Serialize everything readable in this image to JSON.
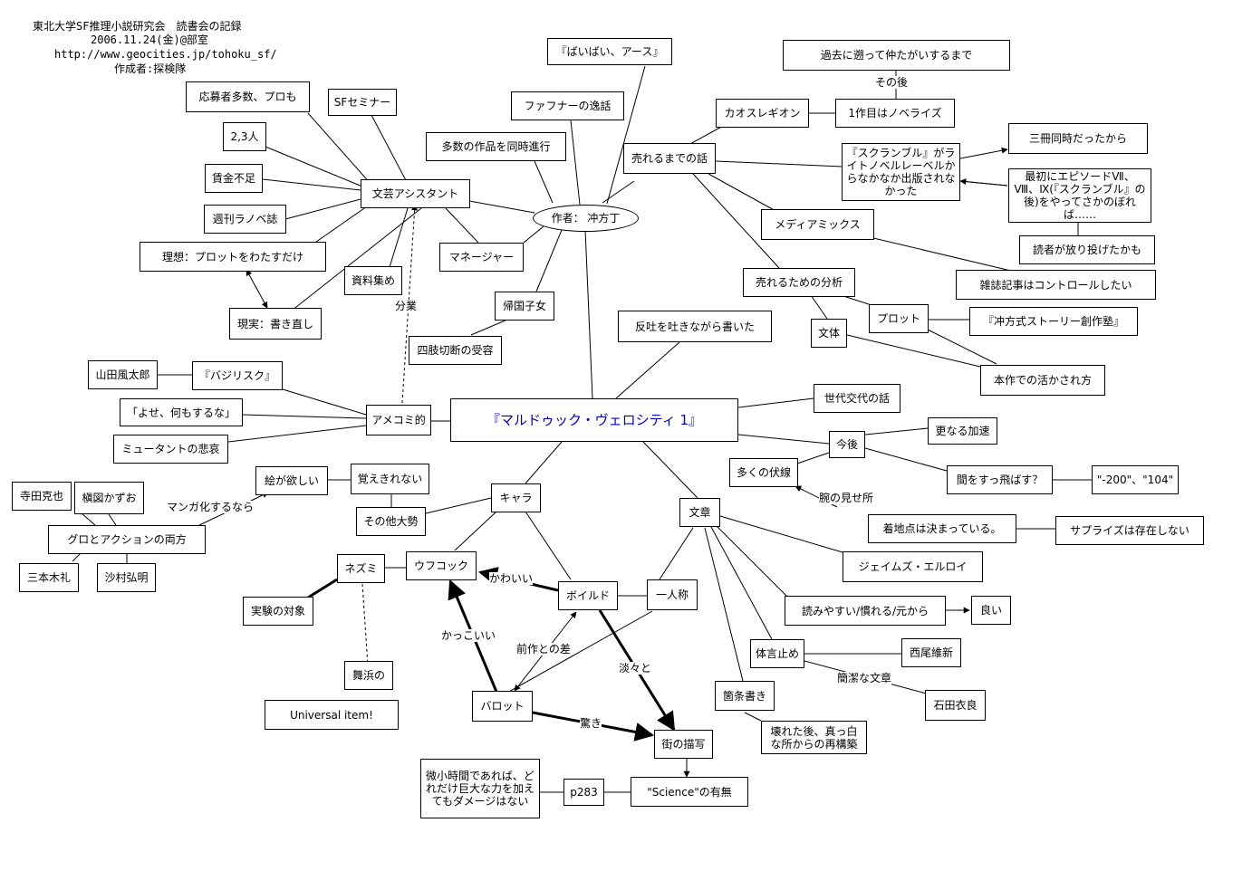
{
  "header": {
    "line1": "東北大学SF推理小説研究会　読書会の記録",
    "line2": "2006.11.24(金)@部室",
    "line3": "http://www.geocities.jp/tohoku_sf/",
    "line4": "作成者:探検隊"
  },
  "nodes": {
    "main": "『マルドゥック・ヴェロシティ 1』",
    "author": "作者： 冲方丁",
    "baibai": "『ばいばい、アース』",
    "fafner": "ファフナーの逸話",
    "tasaku": "多数の作品を同時進行",
    "sf_seminar": "SFセミナー",
    "oubo": "応募者多数、プロも",
    "futari": "2,3人",
    "chingin": "賃金不足",
    "shukan": "週刊ラノベ誌",
    "risou": "理想：プロットをわたすだけ",
    "genjitsu": "現実：書き直し",
    "shiryou": "資料集め",
    "bungei": "文芸アシスタント",
    "manager": "マネージャー",
    "kikoku": "帰国子女",
    "shishi": "四肢切断の受容",
    "hando": "反吐を吐きながら書いた",
    "ureru_made": "売れるまでの話",
    "chaos": "カオスレギオン",
    "first": "1作目はノベライズ",
    "kako": "過去に遡って仲たがいするまで",
    "scramble": "『スクランブル』がライトノベルレーベルからなかなか出版されなかった",
    "sansatsu": "三冊同時だったから",
    "episode": "最初にエピソードⅦ、Ⅷ、Ⅸ(『スクランブル』の後)をやってさかのぼれば……",
    "dokusha": "読者が放り投げたかも",
    "media": "メディアミックス",
    "zasshi": "雑誌記事はコントロールしたい",
    "bunseki": "売れるための分析",
    "buntai": "文体",
    "plot": "プロット",
    "juku": "『冲方式ストーリー創作塾』",
    "honsaku": "本作での活かされ方",
    "sedai": "世代交代の話",
    "kongo": "今後",
    "sarani": "更なる加速",
    "fukusen": "多くの伏線",
    "aida": "間をすっ飛ばす？",
    "num": "\"-200\"、\"104\"",
    "chakuchi": "着地点は決まっている。",
    "surprise": "サプライズは存在しない",
    "yamada": "山田風太郎",
    "basilisk": "『バジリスク』",
    "yose": "「よせ、何もするな」",
    "amecomi": "アメコミ的",
    "mutant": "ミュータントの悲哀",
    "e_hoshii": "絵が欲しい",
    "oboe": "覚えきれない",
    "sonota": "その他大勢",
    "chara": "キャラ",
    "terada": "寺田克也",
    "makuzu": "槇図かずお",
    "guro": "グロとアクションの両方",
    "mimoto": "三本木礼",
    "samura": "沙村弘明",
    "nezumi": "ネズミ",
    "jikken": "実験の対象",
    "maihama": "舞浜の",
    "universal": "Universal item!",
    "oeufcoque": "ウフコック",
    "boiled": "ボイルド",
    "ichininsho": "一人称",
    "balot": "バロット",
    "machi": "街の描写",
    "bunsho": "文章",
    "ellroy": "ジェイムズ・エルロイ",
    "yomiyasui": "読みやすい/慣れる/元から",
    "yoi": "良い",
    "taigen": "体言止め",
    "nishio": "西尾維新",
    "ishida": "石田衣良",
    "kajou": "箇条書き",
    "kowareta": "壊れた後、真っ白な所からの再構築",
    "science": "\"Science\"の有無",
    "p283": "p283",
    "bishou": "微小時間であれば、どれだけ巨大な力を加えてもダメージはない"
  },
  "labels": {
    "sonogo": "その後",
    "bungyou": "分業",
    "manga": "マンガ化するなら",
    "ude": "腕の見せ所",
    "kawaii": "かわいい",
    "kakkoii": "かっこいい",
    "zensaku": "前作との差",
    "tantan": "淡々と",
    "odoroki": "驚き",
    "kanketsu": "簡潔な文章"
  }
}
